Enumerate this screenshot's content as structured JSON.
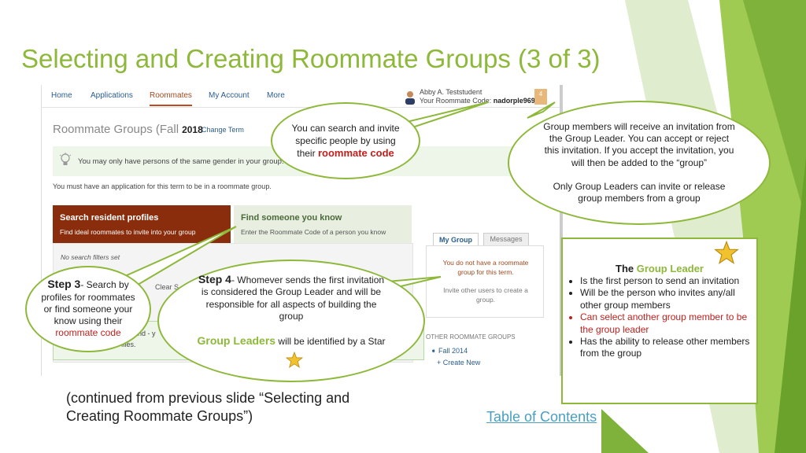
{
  "slide_title": "Selecting and Creating Roommate Groups (3 of 3)",
  "screenshot": {
    "nav": [
      "Home",
      "Applications",
      "Roommates",
      "My Account",
      "More"
    ],
    "user_name": "Abby A. Teststudent",
    "user_code_label": "Your Roommate Code:",
    "user_code": "nadorple969",
    "notif_count": "4",
    "page_title": "Roommate Groups (Fall",
    "page_year": "2018",
    "change_term": "Change Term",
    "notice": "You may only have persons of the same gender in your group.",
    "must": "You must have an application for this term to be in a roommate group.",
    "tab1_head": "Search resident profiles",
    "tab1_sub": "Find ideal roommates to invite into your group",
    "tab2_head": "Find someone you know",
    "tab2_sub": "Enter the Roommate Code of a person you know",
    "no_filters": "No search filters set",
    "clear": "Clear S",
    "partial1": "nd - y",
    "partial2": "files.",
    "my_group": "My Group",
    "messages": "Messages",
    "no_group": "You do not have a roommate group for this term.",
    "invite_others": "Invite other users to create a group.",
    "other_groups": "OTHER ROOMMATE GROUPS",
    "fall": "Fall 2014",
    "create_new": "+ Create New"
  },
  "bubble_search": {
    "line": "You can search and invite specific people by using their",
    "highlight": "roommate code"
  },
  "bubble_members": {
    "p1": "Group members will receive an invitation from the Group Leader. You can accept or reject this invitation.  If you accept the invitation, you will then be added to the “group”",
    "p2": "Only Group Leaders can invite or release group members from a group"
  },
  "bubble_step3": {
    "step": "Step 3",
    "text": "- Search by profiles for roommates or find someone your know using their",
    "highlight": "roommate code"
  },
  "bubble_step4": {
    "step": "Step 4",
    "text": "- Whomever sends the first invitation is considered the Group Leader and will be responsible for all aspects of building the group",
    "leaders": "Group Leaders",
    "leaders_tail": "will be identified by a Star"
  },
  "leader_box": {
    "the": "The",
    "title": "Group Leader",
    "items": [
      "Is the first person to send an invitation",
      "Will be the person who invites any/all other group members",
      "Can select another group member to be the group leader",
      "Has the ability to release other members from the group"
    ]
  },
  "footer_note": "(continued from previous slide “Selecting and Creating Roommate Groups”)",
  "toc_link": "Table of Contents",
  "colors": {
    "accent": "#8db83a",
    "red": "#c0201d",
    "link": "#4a9fc0",
    "star": "#f2c12e"
  }
}
